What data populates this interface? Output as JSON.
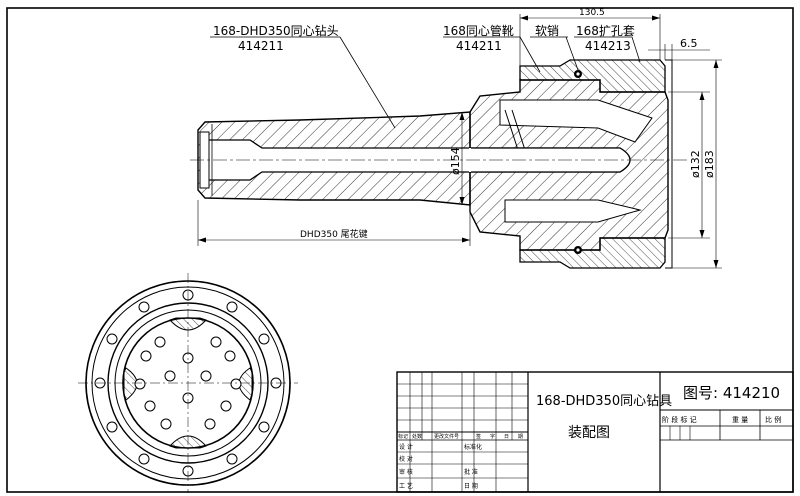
{
  "callouts": {
    "bit_head_name": "168-DHD350同心钻头",
    "bit_head_code": "414211",
    "tube_shoe_name": "168同心管靴",
    "tube_shoe_code": "414211",
    "soft_pin": "软销",
    "reamer_sleeve_name": "168扩孔套",
    "reamer_sleeve_code": "414213"
  },
  "dimensions": {
    "top_length": "130.5",
    "gap": "6.5",
    "dia_shank": "ø154",
    "dia_inner": "ø132",
    "dia_outer": "ø183",
    "shank_length_label": "DHD350 尾花键"
  },
  "title_block": {
    "drawing_name_line1": "168-DHD350同心钻具",
    "drawing_name_line2": "装配图",
    "drawing_number": "图号: 414210",
    "stage_mark_label": "阶 段 标 记",
    "weight_label": "重 量",
    "scale_label": "比 例",
    "rev_headers": [
      "标记",
      "处数",
      "更改文件号",
      "签",
      "字",
      "日",
      "期"
    ],
    "row_design": "设 计",
    "row_standardize": "标准化",
    "row_proofread": "校 对",
    "row_review": "审 核",
    "row_approve": "批 准",
    "row_process": "工 艺",
    "row_date": "日 期"
  }
}
